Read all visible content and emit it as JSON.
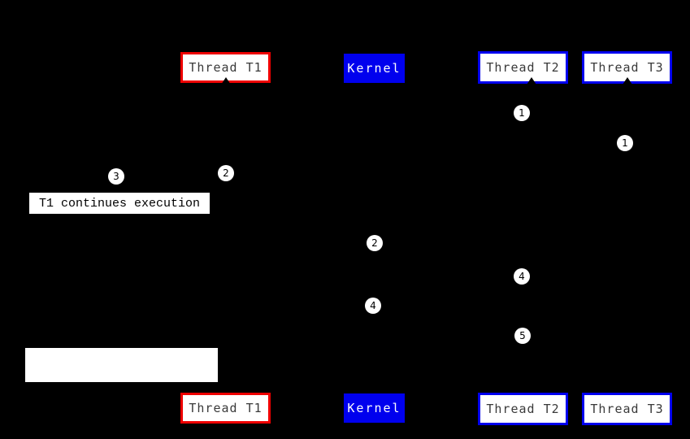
{
  "diagram": {
    "boxes": {
      "thread_t1": "Thread T1",
      "kernel": "Kernel",
      "thread_t2": "Thread T2",
      "thread_t3": "Thread T3"
    },
    "annotation": "T1 continues execution",
    "markers": [
      "1",
      "1",
      "3",
      "2",
      "2",
      "4",
      "4",
      "5"
    ],
    "colors": {
      "background": "#000000",
      "thread_t1_border": "#ee0000",
      "thread_t2_border": "#0000ee",
      "thread_t3_border": "#0000ee",
      "kernel_fill": "#0000ee",
      "box_fill": "#ffffff",
      "box_text": "#3a3a3a",
      "kernel_text": "#ffffff",
      "marker_fill": "#ffffff",
      "marker_text": "#000000"
    }
  }
}
